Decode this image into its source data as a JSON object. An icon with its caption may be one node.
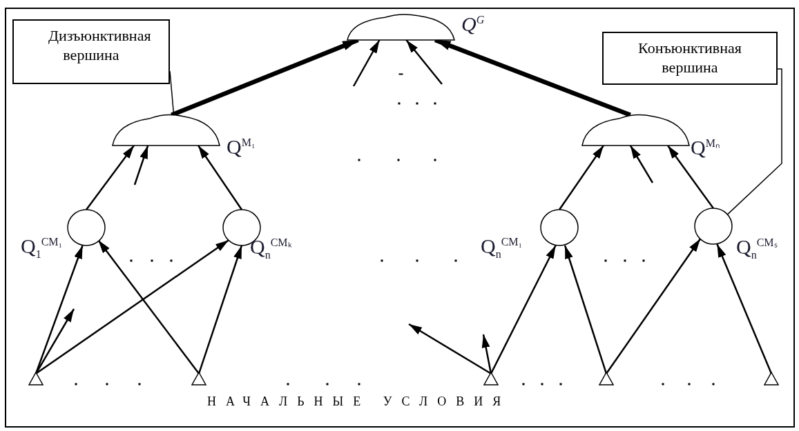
{
  "diagram": {
    "nodes": [
      {
        "text": [
          "Дизъюнктивная вершина"
        ]
      },
      {
        "text": [
          "Конъюнктивная вершина"
        ]
      },
      {
        "text": [],
        "shape": "dome",
        "beside": [
          "Q$^{G}$"
        ]
      },
      {
        "text": [],
        "shape": "dome",
        "beside": [
          "Q$^{M₁}$"
        ]
      },
      {
        "text": [],
        "shape": "dome",
        "beside": [
          "Q$^{Mₙ}$"
        ]
      },
      {
        "text": [],
        "shape": "circle",
        "beside": [
          "Q$_{1}$$^{CM₁}$"
        ]
      },
      {
        "text": [],
        "shape": "circle",
        "beside": [
          "Q$_{n}$$^{CMₖ}$"
        ]
      },
      {
        "text": [],
        "shape": "circle",
        "beside": [
          "Q$_{n}$$^{CM₁}$"
        ]
      },
      {
        "text": [],
        "shape": "circle",
        "beside": [
          "Q$_{n}$$^{CMₛ}$"
        ]
      },
      {
        "text": [],
        "shape": "triangle"
      },
      {
        "text": [],
        "shape": "triangle"
      },
      {
        "text": [],
        "shape": "triangle"
      },
      {
        "text": [],
        "shape": "triangle"
      },
      {
        "text": [],
        "shape": "triangle"
      }
    ],
    "edges": [
      {
        "from": 3,
        "to": 2,
        "arrow": "to",
        "style": "thick"
      },
      {
        "from": 4,
        "to": 2,
        "arrow": "to",
        "style": "thick"
      },
      {
        "from": null,
        "to": 2,
        "arrow": "to"
      },
      {
        "from": null,
        "to": 2,
        "arrow": "to"
      },
      {
        "from": 5,
        "to": 3,
        "arrow": "to"
      },
      {
        "from": 6,
        "to": 3,
        "arrow": "to"
      },
      {
        "from": null,
        "to": 3,
        "arrow": "to"
      },
      {
        "from": 7,
        "to": 4,
        "arrow": "to"
      },
      {
        "from": 8,
        "to": 4,
        "arrow": "to"
      },
      {
        "from": null,
        "to": 4,
        "arrow": "to"
      },
      {
        "from": 9,
        "to": 5,
        "arrow": "to"
      },
      {
        "from": 9,
        "to": 6,
        "arrow": "to"
      },
      {
        "from": 9,
        "to": null,
        "arrow": "to"
      },
      {
        "from": 10,
        "to": 5,
        "arrow": "to"
      },
      {
        "from": 10,
        "to": 6,
        "arrow": "to"
      },
      {
        "from": 11,
        "to": null,
        "arrow": "to"
      },
      {
        "from": 11,
        "to": null,
        "arrow": "to"
      },
      {
        "from": 11,
        "to": 7,
        "arrow": "to"
      },
      {
        "from": 12,
        "to": 7,
        "arrow": "to"
      },
      {
        "from": 12,
        "to": 8,
        "arrow": "to"
      },
      {
        "from": 13,
        "to": 8,
        "arrow": "to"
      },
      {
        "from": 0,
        "to": 3,
        "arrow": "none"
      },
      {
        "from": 1,
        "to": 8,
        "arrow": "none"
      }
    ],
    "labels": [
      "НАЧАЛЬНЫЕ УСЛОВИЯ"
    ]
  }
}
